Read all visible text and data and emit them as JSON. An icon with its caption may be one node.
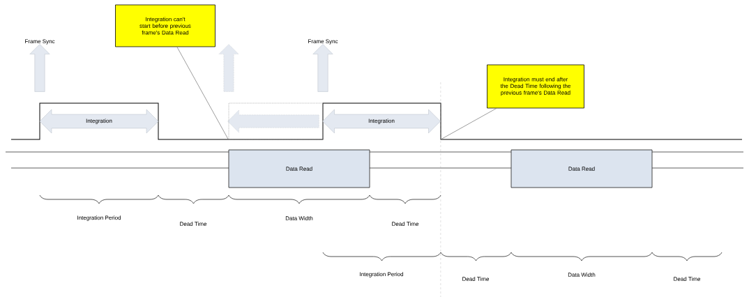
{
  "diagram": {
    "nodes": [
      {
        "text": [
          "Integration can't start before previous frame's Data Read"
        ]
      },
      {
        "text": [
          "Integration must end after the Dead Time following the previous frame's Data Read"
        ]
      },
      {
        "text": [
          "Integration"
        ]
      },
      {
        "text": [
          "Integration"
        ]
      },
      {
        "text": [
          "Data Read"
        ]
      },
      {
        "text": [
          "Data Read"
        ]
      },
      {
        "text": [],
        "shape": "box"
      }
    ],
    "edges": [
      {
        "from": 0,
        "to": 6,
        "arrow": "none"
      },
      {
        "from": 1,
        "to": null,
        "arrow": "none"
      }
    ],
    "labels": [
      "Frame Sync",
      "Frame Sync",
      "Integration Period",
      "Dead Time",
      "Data Width",
      "Dead Time",
      "Integration Period",
      "Dead Time",
      "Data Width",
      "Dead Time"
    ]
  }
}
